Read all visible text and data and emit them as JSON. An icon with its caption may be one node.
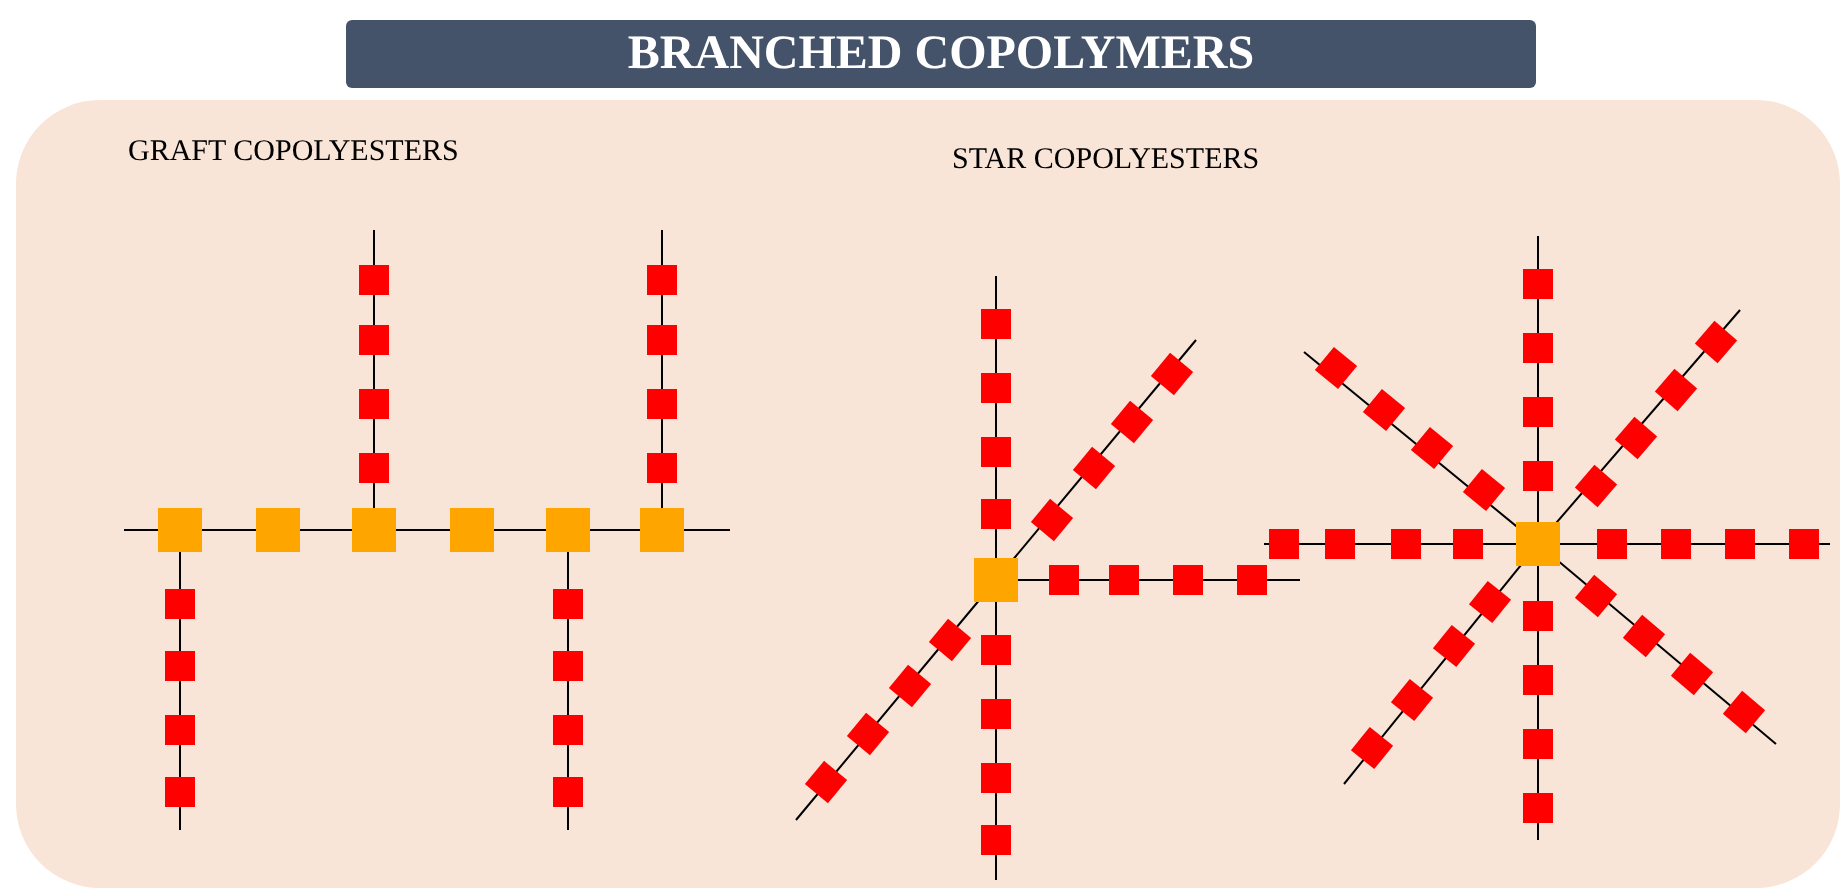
{
  "diagram": {
    "title": "BRANCHED COPOLYMERS",
    "labels": [
      "GRAFT COPOLYESTERS",
      "STAR COPOLYESTERS"
    ]
  }
}
